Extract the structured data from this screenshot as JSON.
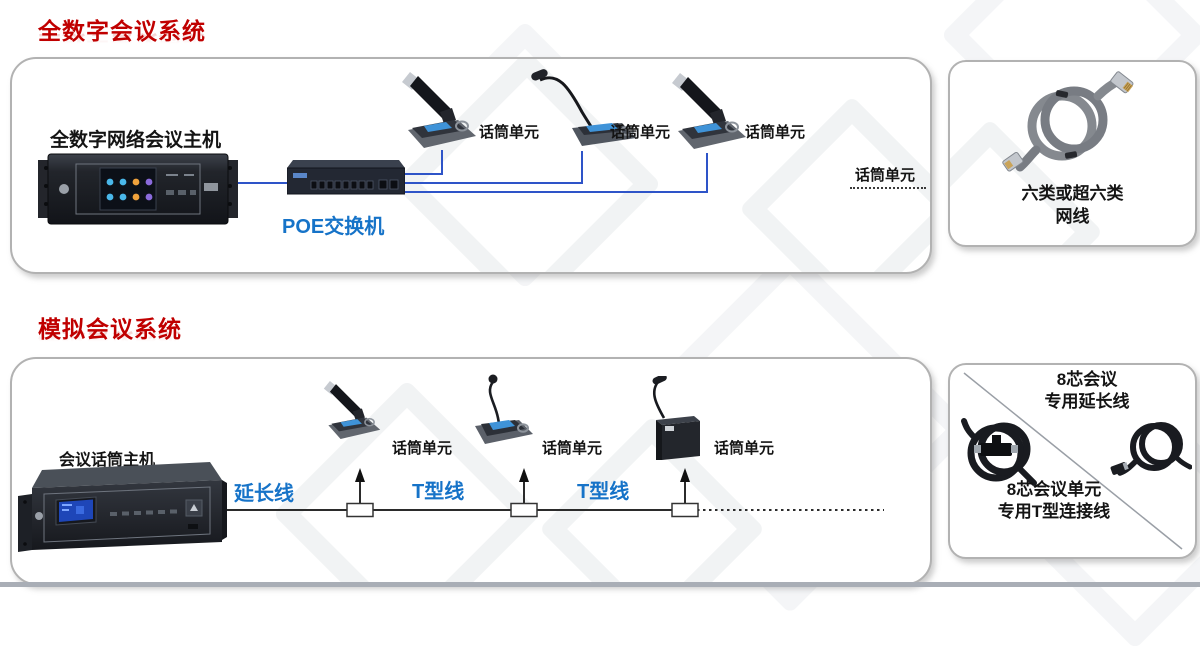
{
  "titles": {
    "digital": "全数字会议系统",
    "analog": "模拟会议系统"
  },
  "digital": {
    "host_label": "全数字网络会议主机",
    "switch_label": "POE交换机",
    "mic_labels": [
      "话筒单元",
      "话筒单元",
      "话筒单元"
    ],
    "more_units_label": "话筒单元",
    "cable_panel": {
      "line1": "六类或超六类",
      "line2": "网线"
    }
  },
  "analog": {
    "host_label": "会议话筒主机",
    "extension_label": "延长线",
    "tline_labels": [
      "T型线",
      "T型线"
    ],
    "mic_labels": [
      "话筒单元",
      "话筒单元",
      "话筒单元"
    ],
    "cable_panel": {
      "top_line1": "8芯会议",
      "top_line2": "专用延长线",
      "bottom_line1": "8芯会议单元",
      "bottom_line2": "专用T型连接线"
    }
  },
  "colors": {
    "title_red": "#c00000",
    "label_blue": "#1673c8",
    "digital_line_blue": "#2e54c8",
    "analog_line_black": "#2b2b2b"
  }
}
